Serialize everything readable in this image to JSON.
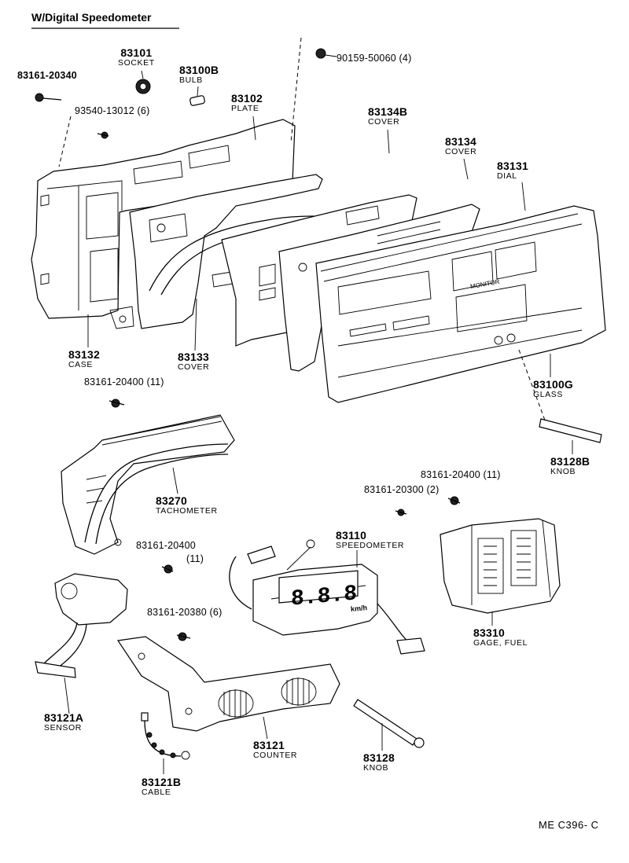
{
  "title": "W/Digital Speedometer",
  "code": "ME  C396- C",
  "parts": [
    {
      "id": "p-83101",
      "number": "83101",
      "name": "SOCKET"
    },
    {
      "id": "p-83100B",
      "number": "83100B",
      "name": "BULB"
    },
    {
      "id": "p-83102",
      "number": "83102",
      "name": "PLATE"
    },
    {
      "id": "p-83134B",
      "number": "83134B",
      "name": "COVER"
    },
    {
      "id": "p-83134",
      "number": "83134",
      "name": "COVER"
    },
    {
      "id": "p-83131",
      "number": "83131",
      "name": "DIAL"
    },
    {
      "id": "p-83132",
      "number": "83132",
      "name": "CASE"
    },
    {
      "id": "p-83133",
      "number": "83133",
      "name": "COVER"
    },
    {
      "id": "p-83100G",
      "number": "83100G",
      "name": "GLASS"
    },
    {
      "id": "p-83128B",
      "number": "83128B",
      "name": "KNOB"
    },
    {
      "id": "p-83270",
      "number": "83270",
      "name": "TACHOMETER"
    },
    {
      "id": "p-83110",
      "number": "83110",
      "name": "SPEEDOMETER"
    },
    {
      "id": "p-83310",
      "number": "83310",
      "name": "GAGE, FUEL"
    },
    {
      "id": "p-83121A",
      "number": "83121A",
      "name": "SENSOR"
    },
    {
      "id": "p-83121",
      "number": "83121",
      "name": "COUNTER"
    },
    {
      "id": "p-83128",
      "number": "83128",
      "name": "KNOB"
    },
    {
      "id": "p-83121B",
      "number": "83121B",
      "name": "CABLE"
    }
  ],
  "screws": [
    {
      "id": "s1",
      "text": "83161-20340"
    },
    {
      "id": "s2",
      "text": "93540-13012 (6)"
    },
    {
      "id": "s3",
      "text": "90159-50060 (4)"
    },
    {
      "id": "s4",
      "text": "83161-20400 (11)"
    },
    {
      "id": "s5",
      "text": "83161-20400 (11)"
    },
    {
      "id": "s6",
      "text": "83161-20300 (2)"
    },
    {
      "id": "s7a",
      "text": "83161-20400"
    },
    {
      "id": "s7b",
      "text": "(11)"
    },
    {
      "id": "s8",
      "text": "83161-20380 (6)"
    }
  ],
  "glass_labels": {
    "monitor": "MONITOR",
    "km": "km/h"
  }
}
